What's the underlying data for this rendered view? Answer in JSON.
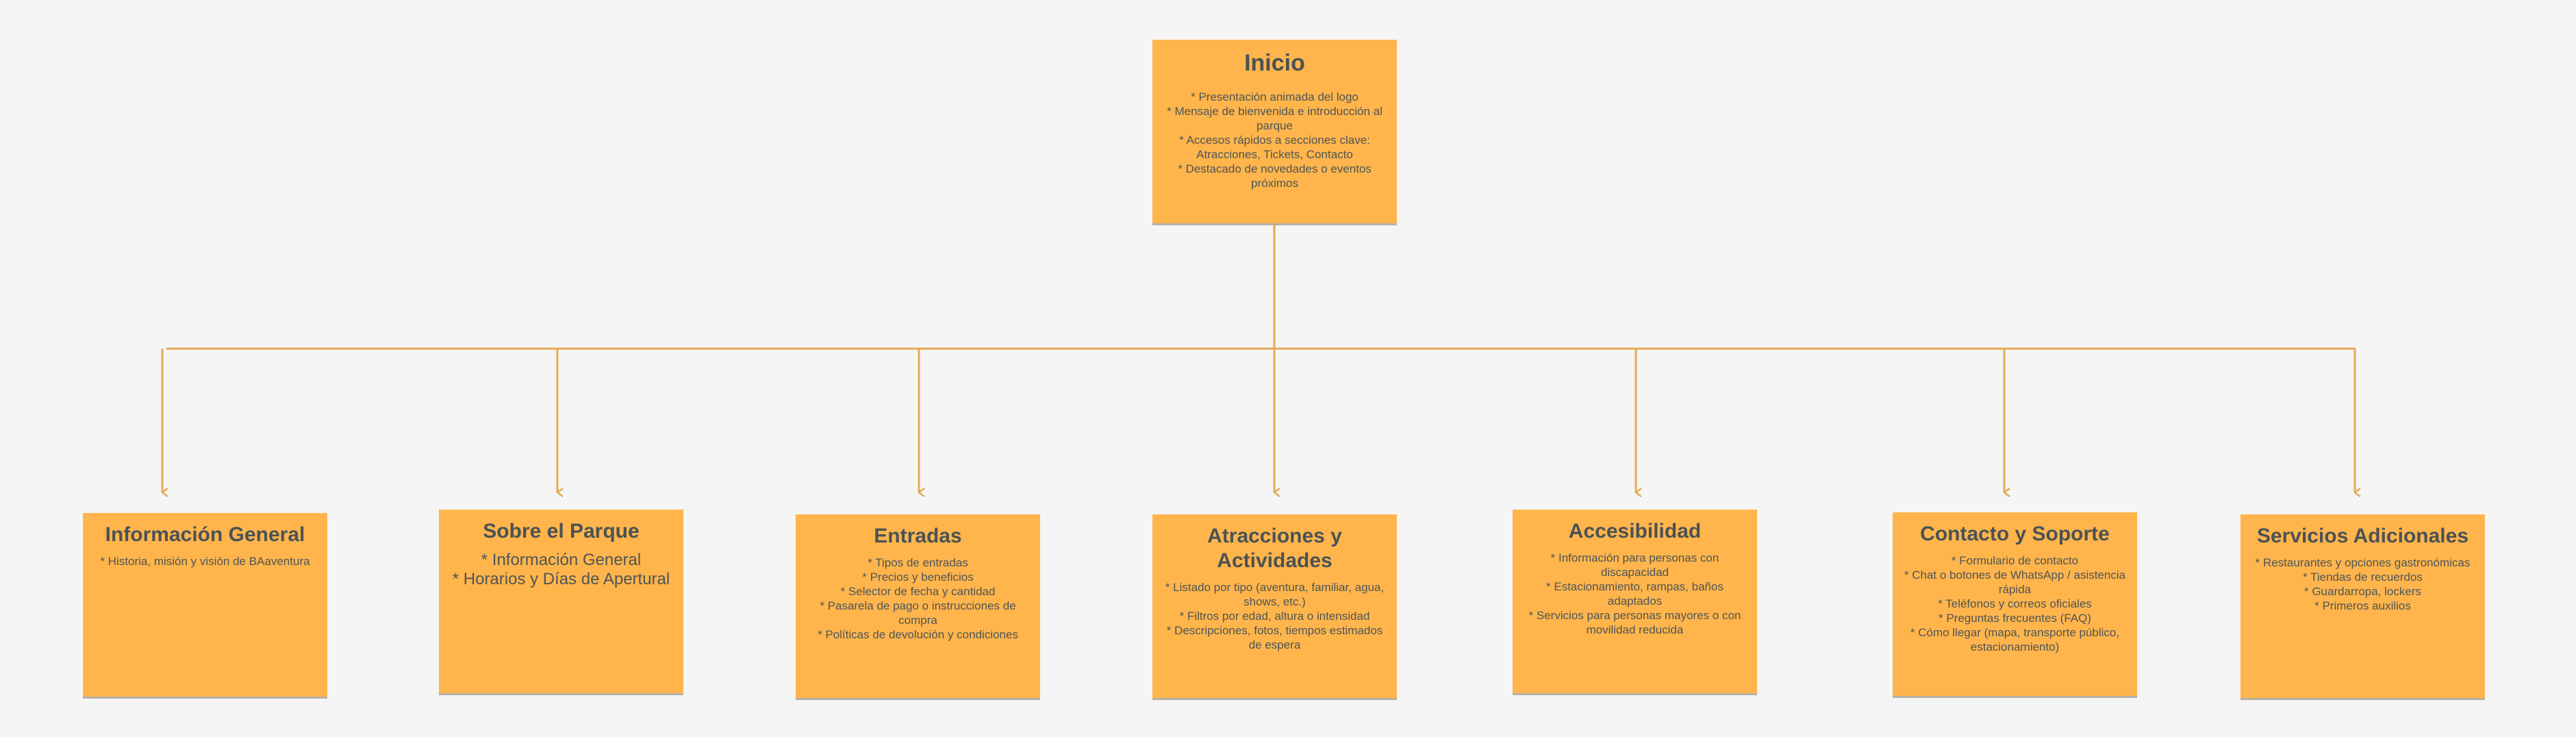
{
  "colors": {
    "card": "#ffb54c",
    "line": "#e6a956",
    "text": "#4f5556",
    "background": "#f5f5f5"
  },
  "root": {
    "title": "Inicio",
    "items": [
      "* Presentación animada del logo",
      "* Mensaje de bienvenida e introducción al parque",
      "* Accesos rápidos  a secciones clave: Atracciones, Tickets, Contacto",
      "* Destacado de novedades o eventos próximos"
    ]
  },
  "children": [
    {
      "title": "Información General",
      "items": [
        "* Historia, misión y visión de BAaventura"
      ]
    },
    {
      "title": "Sobre el Parque",
      "items": [
        "* Información General",
        "* Horarios y Días de Apertural"
      ]
    },
    {
      "title": "Entradas",
      "items": [
        "* Tipos de entradas",
        "* Precios y beneficios",
        "* Selector de fecha y cantidad",
        "* Pasarela de pago o instrucciones de compra",
        "* Políticas de devolución y condiciones"
      ]
    },
    {
      "title": "Atracciones y Actividades",
      "items": [
        "* Listado por tipo (aventura, familiar, agua, shows, etc.)",
        "* Filtros por edad, altura o intensidad",
        "* Descripciones, fotos, tiempos estimados de espera"
      ]
    },
    {
      "title": "Accesibilidad",
      "items": [
        "* Información para personas con discapacidad",
        "* Estacionamiento, rampas, baños adaptados",
        "* Servicios para personas mayores o con movilidad reducida"
      ]
    },
    {
      "title": "Contacto y Soporte",
      "items": [
        "* Formulario de contacto",
        "* Chat o botones de WhatsApp / asistencia rápida",
        "* Teléfonos y correos oficiales",
        "* Preguntas frecuentes (FAQ)",
        "* Cómo llegar (mapa, transporte público, estacionamiento)"
      ]
    },
    {
      "title": "Servicios Adicionales",
      "items": [
        "* Restaurantes y opciones gastronómicas",
        "* Tiendas de recuerdos",
        "* Guardarropa, lockers",
        "* Primeros auxilios"
      ]
    }
  ]
}
